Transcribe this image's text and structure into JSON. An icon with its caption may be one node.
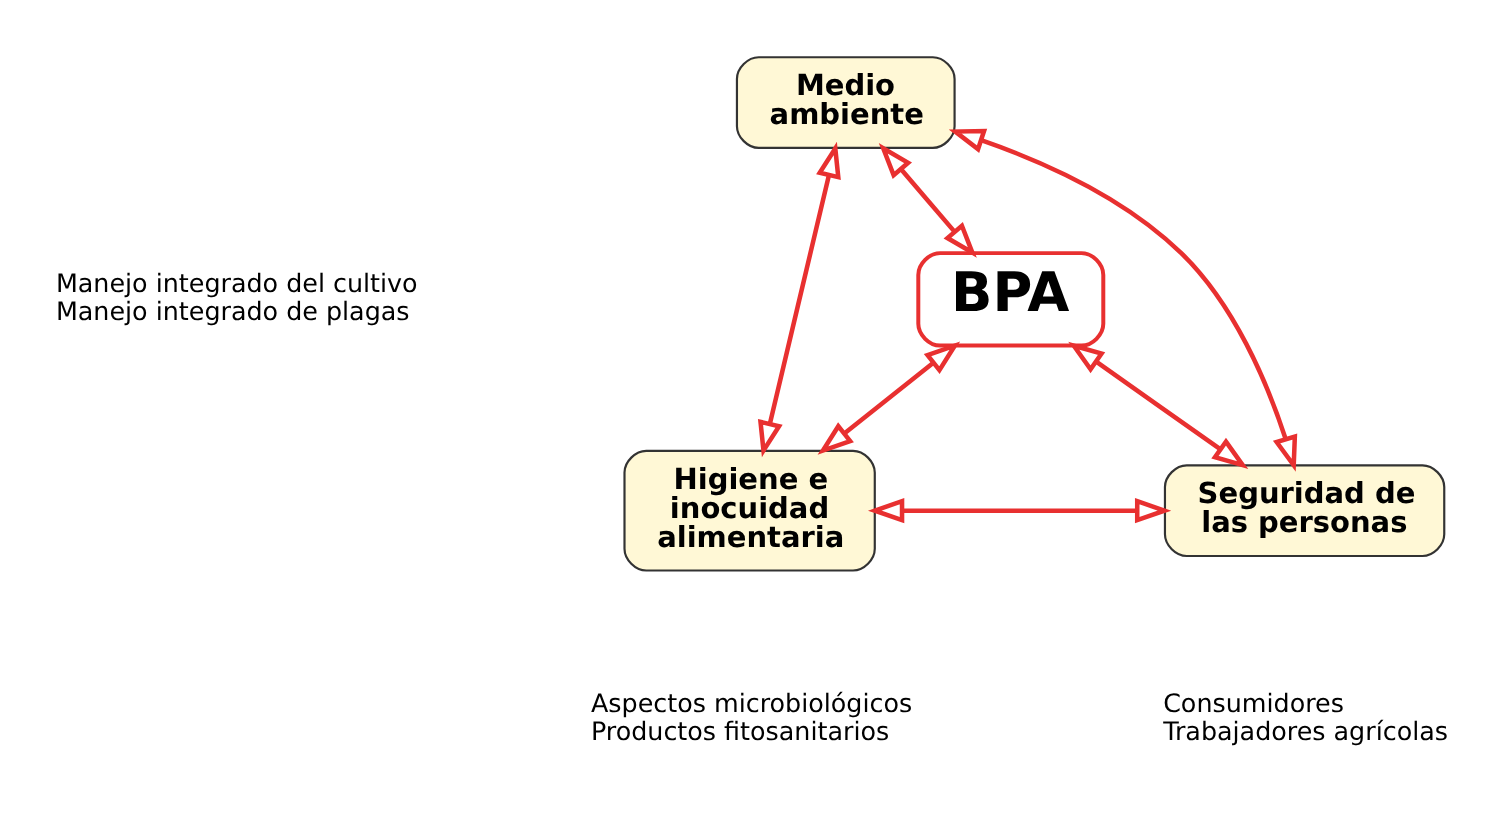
{
  "diagram": {
    "nodes": [
      {
        "text": [
          "Medio ambiente"
        ],
        "beside": [
          "Manejo integrado del cultivo",
          "Manejo integrado de plagas"
        ]
      },
      {
        "text": [
          "BPA"
        ]
      },
      {
        "text": [
          "Higiene e inocuidad alimentaria"
        ],
        "beside": [
          "Aspectos microbiológicos",
          "Productos fitosanitarios"
        ]
      },
      {
        "text": [
          "Seguridad de las personas"
        ],
        "beside": [
          "Consumidores",
          "Trabajadores agrícolas"
        ]
      }
    ],
    "edges": [
      {
        "from": 0,
        "to": 1,
        "arrow": "both"
      },
      {
        "from": 0,
        "to": 2,
        "arrow": "both"
      },
      {
        "from": 0,
        "to": 3,
        "arrow": "both"
      },
      {
        "from": 1,
        "to": 2,
        "arrow": "both"
      },
      {
        "from": 1,
        "to": 3,
        "arrow": "both"
      },
      {
        "from": 2,
        "to": 3,
        "arrow": "both"
      }
    ]
  }
}
